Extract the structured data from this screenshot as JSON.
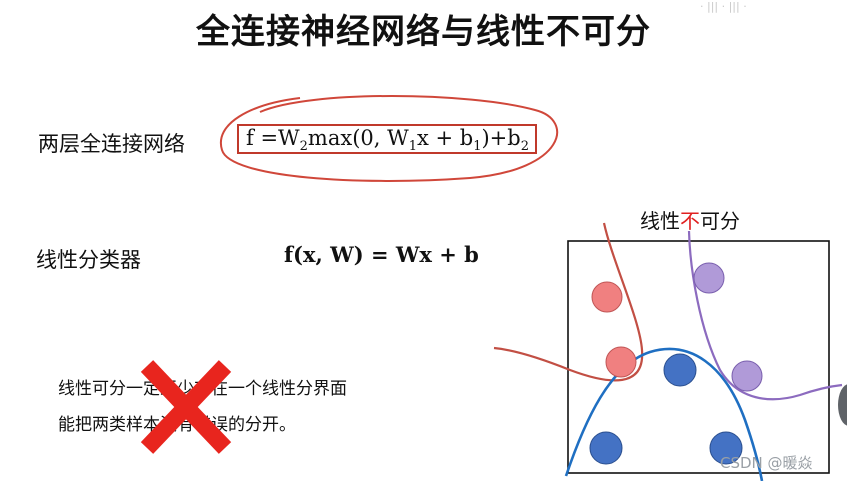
{
  "slide": {
    "title": "全连接神经网络与线性不可分",
    "two_layer_label": "两层全连接网络",
    "formula_two_layer": {
      "f": "f",
      "eq": " =W",
      "w2_sub": "2",
      "max": "max(0, W",
      "w1_sub": "1",
      "x_plus_b": "x + b",
      "b1_sub": "1",
      "close_plus_b": ")+b",
      "b2_sub": "2"
    },
    "linear_classifier_label": "线性分类器",
    "formula_linear": "f(x, W) = Wx + b",
    "note_line1": "线性可分一定至少存在一个线性分界面",
    "note_line2": "能把两类样本没有错误的分开。",
    "chart_title_part1": "线性",
    "chart_title_not": "不",
    "chart_title_part2": "可分",
    "watermark": "CSDN @暖焱",
    "top_corner_text": "· ||| · ||| ·"
  },
  "colors": {
    "red_stroke": "#d0473a",
    "cross_red": "#e8251e",
    "red_dot": "#f08080",
    "purple": "#8c6bbf",
    "purple_dot": "#b09ad8",
    "blue_curve": "#1f6fc2",
    "blue_dot": "#4472c4"
  }
}
